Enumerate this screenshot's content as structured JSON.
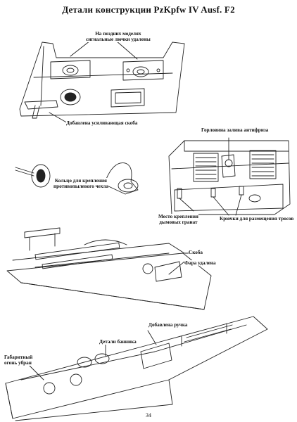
{
  "page": {
    "title": "Детали конструкции PzKpfw IV Ausf. F2",
    "page_number": "34"
  },
  "labels": {
    "late_models": "На поздних моделях\nсигнальные лючки удалены",
    "bracket_added": "Добавлена усиливающая скоба",
    "antifreeze": "Горловина залива антифриза",
    "dust_ring": "Кольцо для крепления\nпротивопылевого чехла",
    "smoke_grenades": "Место крепления\nдымовых гранат",
    "cable_hooks": "Крючки для размещения тросов",
    "bracket": "Скоба",
    "headlight": "Фара удалена",
    "handle": "Добавлена ручка",
    "cleaning_rod": "Детали банника",
    "marker_light": "Габаритный\nогонь убран"
  }
}
